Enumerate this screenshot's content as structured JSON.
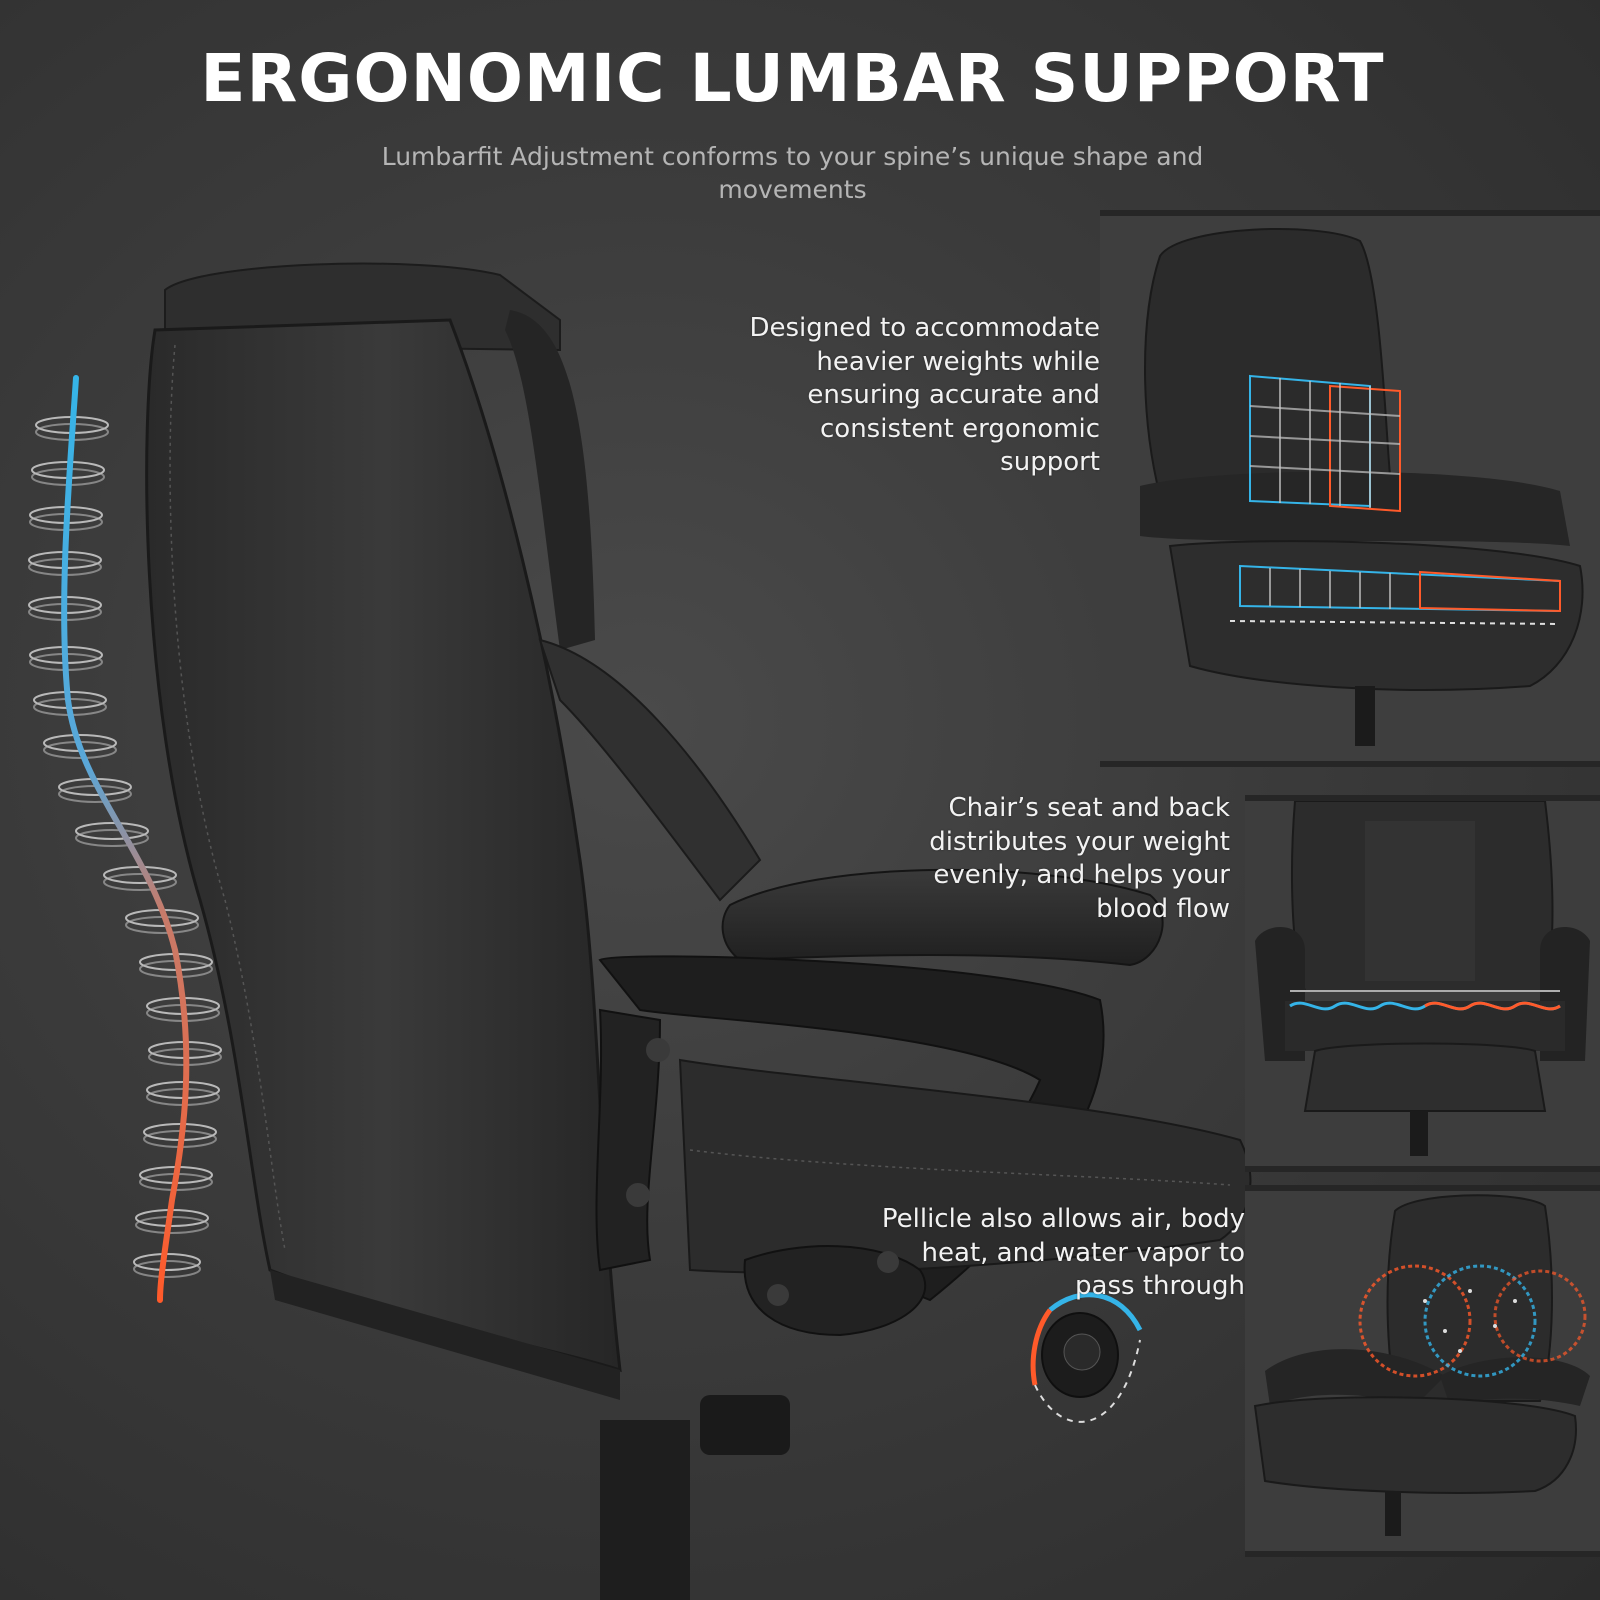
{
  "header": {
    "title": "ERGONOMIC LUMBAR SUPPORT",
    "subtitle": "Lumbarfit Adjustment conforms to your spine’s unique shape and movements"
  },
  "features": [
    {
      "text": "Designed to accommodate heavier weights while ensuring accurate and consistent ergonomic support"
    },
    {
      "text": "Chair’s seat and back distributes your weight evenly, and helps your blood flow"
    },
    {
      "text": "Pellicle also allows air, body heat, and water vapor to pass through"
    }
  ],
  "colors": {
    "background": "#3b3b3b",
    "accent_blue": "#35b4e8",
    "accent_orange": "#ff5a2a",
    "chair_leather": "#2a2a2a"
  }
}
